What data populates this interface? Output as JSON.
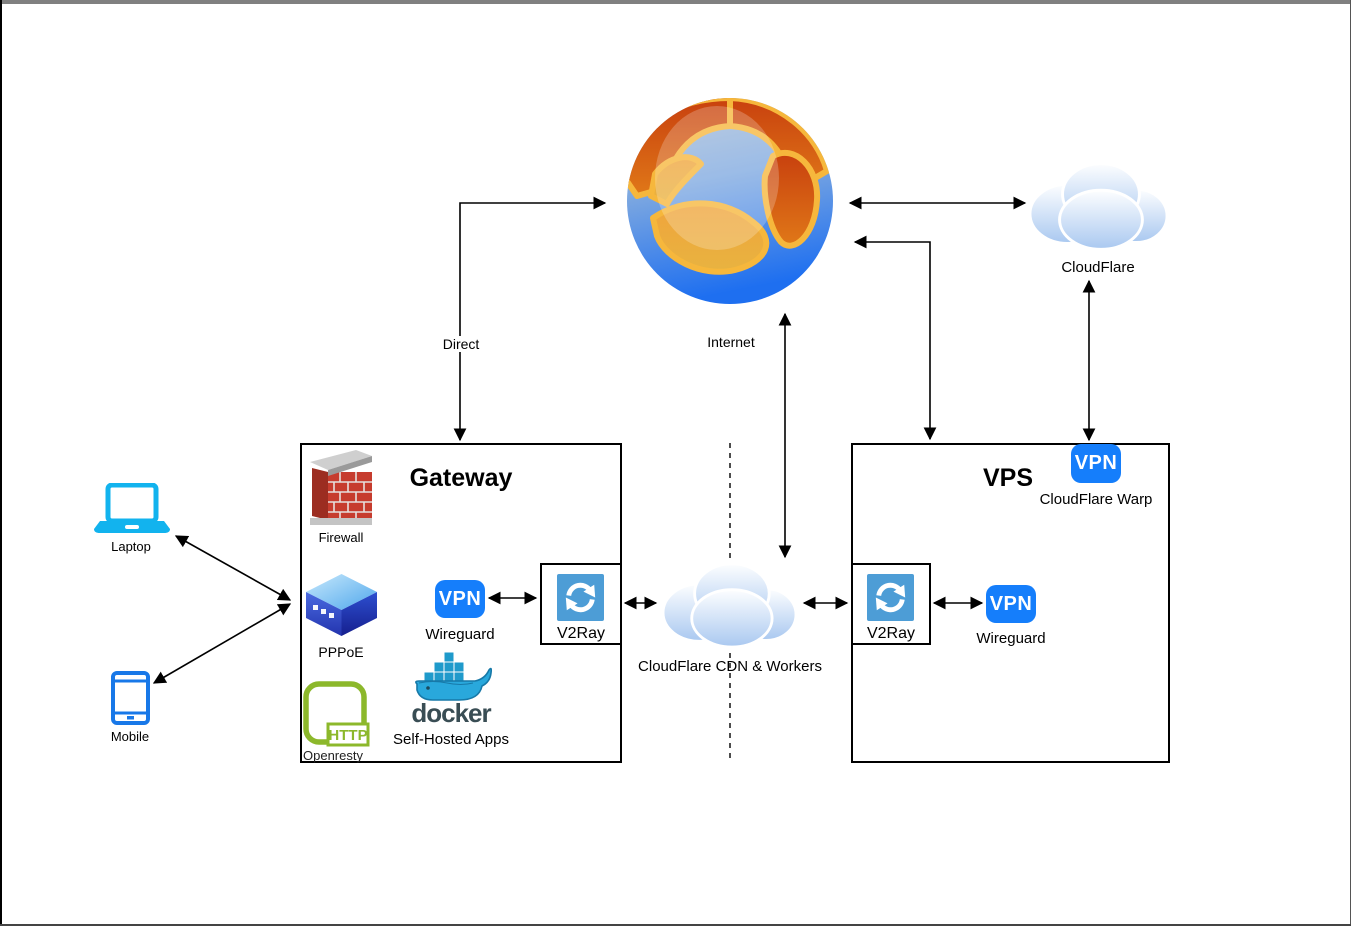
{
  "nodes": {
    "internet": {
      "label": "Internet"
    },
    "cloudflare": {
      "label": "CloudFlare"
    },
    "cdn_workers": {
      "label": "CloudFlare CDN & Workers"
    },
    "laptop": {
      "label": "Laptop"
    },
    "mobile": {
      "label": "Mobile"
    }
  },
  "edges": {
    "direct_label": "Direct"
  },
  "gateway": {
    "title": "Gateway",
    "firewall": {
      "label": "Firewall"
    },
    "pppoe": {
      "label": "PPPoE"
    },
    "wireguard": {
      "label": "Wireguard",
      "icon_text": "VPN"
    },
    "v2ray": {
      "label": "V2Ray"
    },
    "openresty": {
      "label": "Openresty",
      "icon_text": "HTTP"
    },
    "docker": {
      "wordmark": "docker",
      "label": "Self-Hosted Apps"
    }
  },
  "vps": {
    "title": "VPS",
    "cloudflare_warp": {
      "label": "CloudFlare Warp",
      "icon_text": "VPN"
    },
    "v2ray": {
      "label": "V2Ray"
    },
    "wireguard": {
      "label": "Wireguard",
      "icon_text": "VPN"
    }
  },
  "colors": {
    "vpn_blue": "#157EFB",
    "v2ray_blue": "#4D9DD6",
    "laptop_cyan": "#12B3EE",
    "mobile_blue": "#1878E8",
    "openresty_green": "#8CB82B",
    "docker_navy": "#394D54",
    "docker_whale_blue": "#29A8DC",
    "firewall_brick_red": "#C63C2E",
    "firewall_cap_gray": "#BDBDBD",
    "cloud_blue": "#A9C8F0",
    "globe_ocean_blue": "#2E7EF2",
    "globe_land_orange": "#E07818",
    "globe_land_yellow": "#F6B73C",
    "line_black": "#000000"
  }
}
